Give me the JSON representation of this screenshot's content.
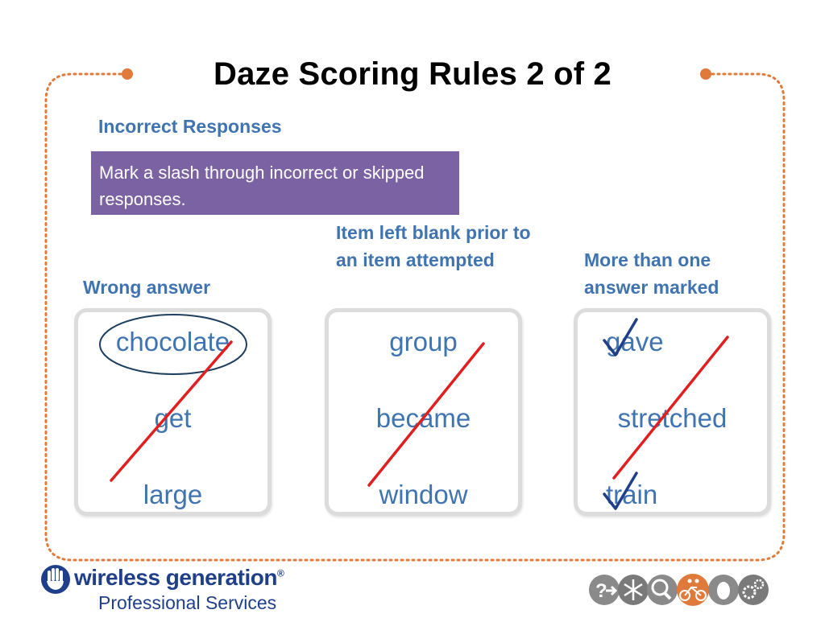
{
  "title": "Daze Scoring Rules 2 of 2",
  "subheading": "Incorrect Responses",
  "instruction": "Mark a slash through incorrect or skipped responses.",
  "columns": [
    {
      "label": "Wrong answer",
      "words": [
        "chocolate",
        "get",
        "large"
      ],
      "circled": "chocolate"
    },
    {
      "label": "Item left blank prior to an item attempted",
      "words": [
        "group",
        "became",
        "window"
      ]
    },
    {
      "label": "More than one answer marked",
      "words": [
        "gave",
        "stretched",
        "train"
      ],
      "checked": [
        "gave",
        "train"
      ]
    }
  ],
  "logo": {
    "name": "wireless generation",
    "registered": "®",
    "subtitle": "Professional Services"
  },
  "footer_icons": [
    "question-arrow-icon",
    "snowflake-icon",
    "magnifier-icon",
    "tandem-bicycle-icon",
    "egg-icon",
    "gears-icon"
  ],
  "colors": {
    "title": "#000000",
    "heading_blue": "#3f74b0",
    "purple_box": "#7b62a3",
    "frame_dots": "#e07a3a",
    "slash_red": "#e02020",
    "check_navy": "#1f3f8a",
    "card_border": "#dcdcdc"
  }
}
